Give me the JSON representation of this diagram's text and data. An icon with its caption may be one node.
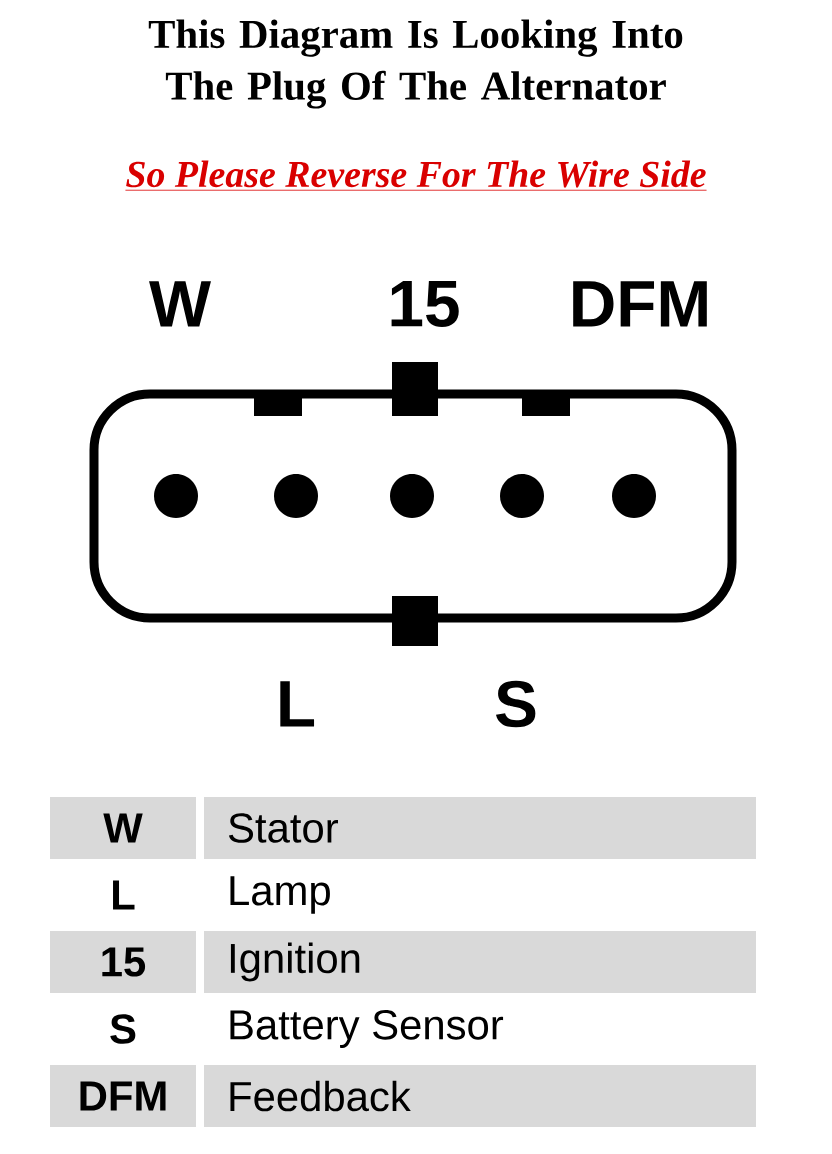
{
  "diagram": {
    "title": "This Diagram Is Looking Into The Plug Of The Alternator",
    "labels": [
      "So Please Reverse For The Wire Side",
      "W",
      "15",
      "DFM",
      "L",
      "S",
      "W",
      "Stator",
      "L",
      "Lamp",
      "15",
      "Ignition",
      "S",
      "Battery Sensor",
      "DFM",
      "Feedback"
    ]
  }
}
